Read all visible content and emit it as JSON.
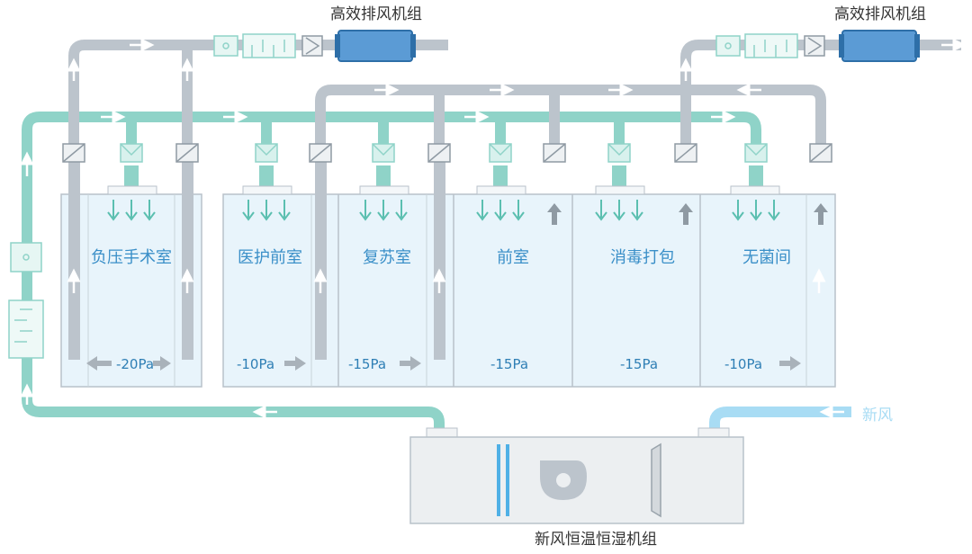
{
  "exhaust_left": {
    "label": "高效排风机组"
  },
  "exhaust_right": {
    "label": "高效排风机组"
  },
  "fresh_air": {
    "label": "新风"
  },
  "ahu": {
    "label": "新风恒温恒湿机组"
  },
  "rooms": [
    {
      "name": "负压手术室",
      "pressure": "-20Pa"
    },
    {
      "name": "医护前室",
      "pressure": "-10Pa"
    },
    {
      "name": "复苏室",
      "pressure": "-15Pa"
    },
    {
      "name": "前室",
      "pressure": "-15Pa"
    },
    {
      "name": "消毒打包",
      "pressure": "-15Pa"
    },
    {
      "name": "无菌间",
      "pressure": "-10Pa"
    }
  ],
  "colors": {
    "supply_duct": "#8fd3c8",
    "exhaust_duct": "#bcc4cc",
    "fresh_duct": "#a8dcf4",
    "room_fill": "#e8f4fb",
    "room_stroke": "#b8c2ca",
    "label_text": "#3a8fc8",
    "pressure_text": "#2f7fb5",
    "fan_unit": "#5b9bd5"
  }
}
